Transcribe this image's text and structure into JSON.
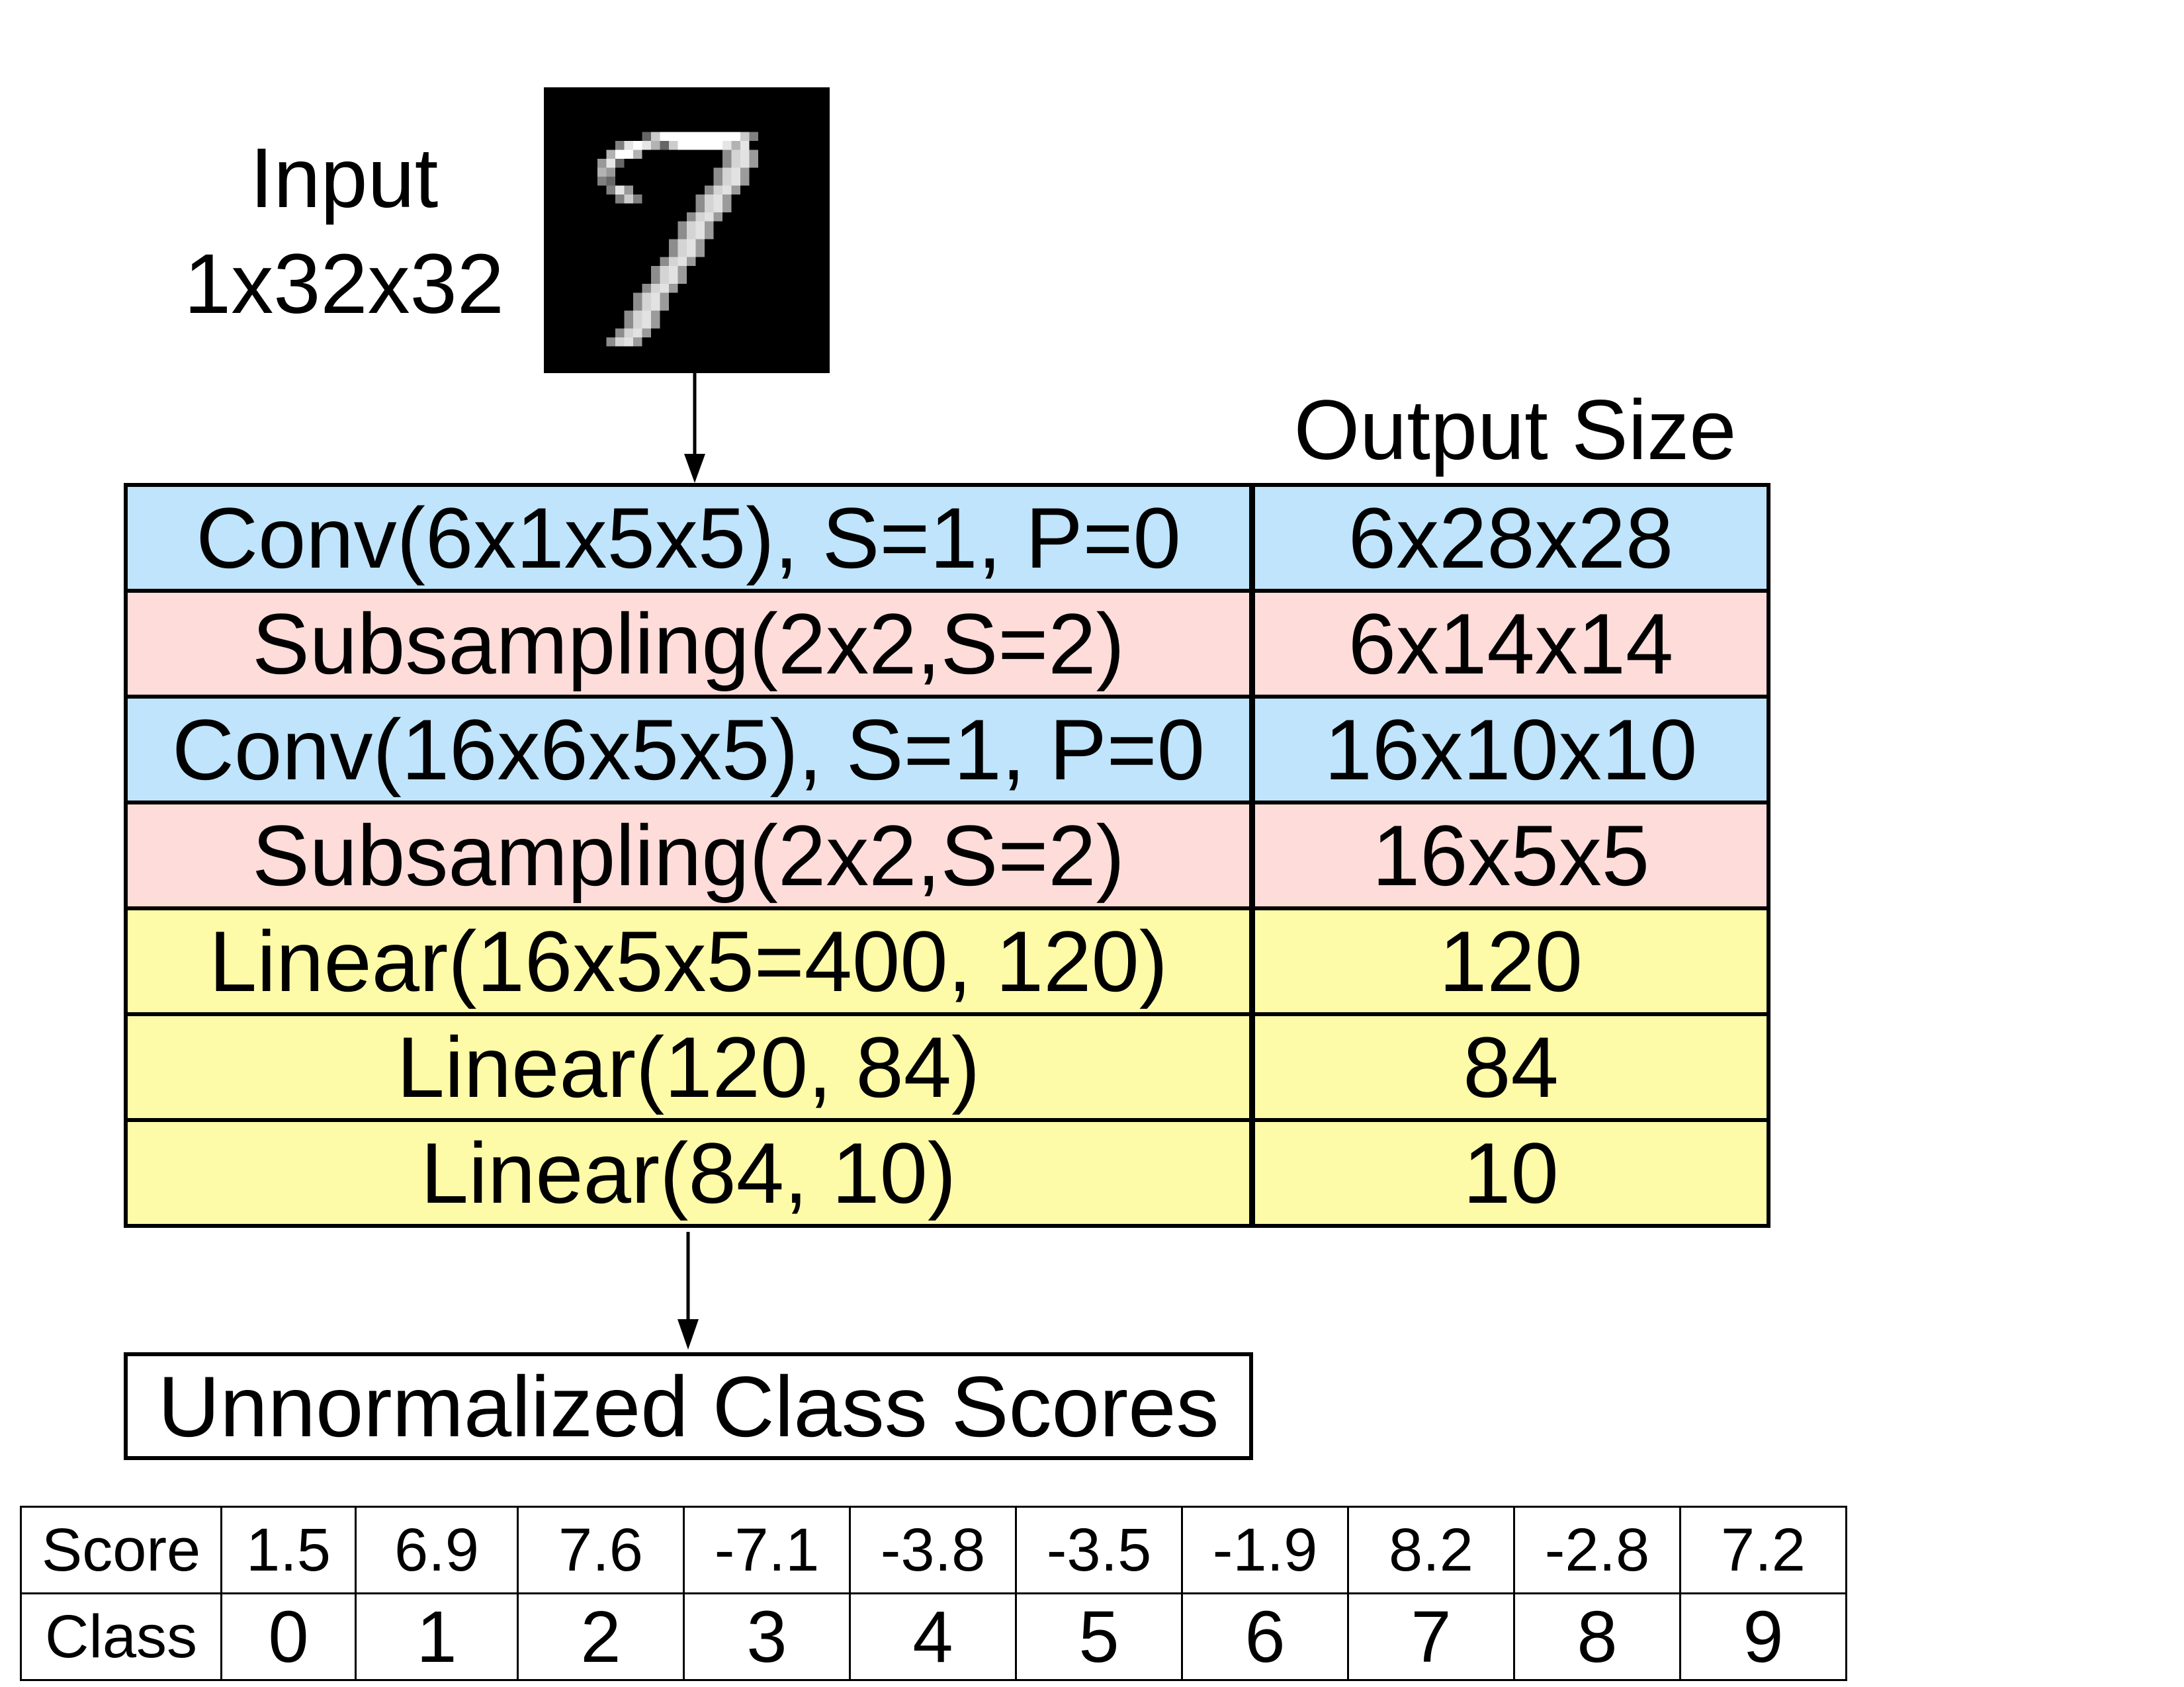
{
  "input": {
    "title": "Input",
    "shape": "1x32x32"
  },
  "output_size_title": "Output Size",
  "layers": [
    {
      "name": "Conv(6x1x5x5), S=1, P=0",
      "output": "6x28x28",
      "kind": "conv"
    },
    {
      "name": "Subsampling(2x2,S=2)",
      "output": "6x14x14",
      "kind": "pool"
    },
    {
      "name": "Conv(16x6x5x5), S=1, P=0",
      "output": "16x10x10",
      "kind": "conv"
    },
    {
      "name": "Subsampling(2x2,S=2)",
      "output": "16x5x5",
      "kind": "pool"
    },
    {
      "name": "Linear(16x5x5=400, 120)",
      "output": "120",
      "kind": "linear"
    },
    {
      "name": "Linear(120, 84)",
      "output": "84",
      "kind": "linear"
    },
    {
      "name": "Linear(84, 10)",
      "output": "10",
      "kind": "linear"
    }
  ],
  "colors": {
    "conv": "#bfe4fb",
    "pool": "#fddcd9",
    "linear": "#fefba8"
  },
  "result_label": "Unnormalized Class Scores",
  "score_table": {
    "score_header": "Score",
    "class_header": "Class",
    "scores": [
      "1.5",
      "6.9",
      "7.6",
      "-7.1",
      "-3.8",
      "-3.5",
      "-1.9",
      "8.2",
      "-2.8",
      "7.2"
    ],
    "classes": [
      "0",
      "1",
      "2",
      "3",
      "4",
      "5",
      "6",
      "7",
      "8",
      "9"
    ]
  }
}
